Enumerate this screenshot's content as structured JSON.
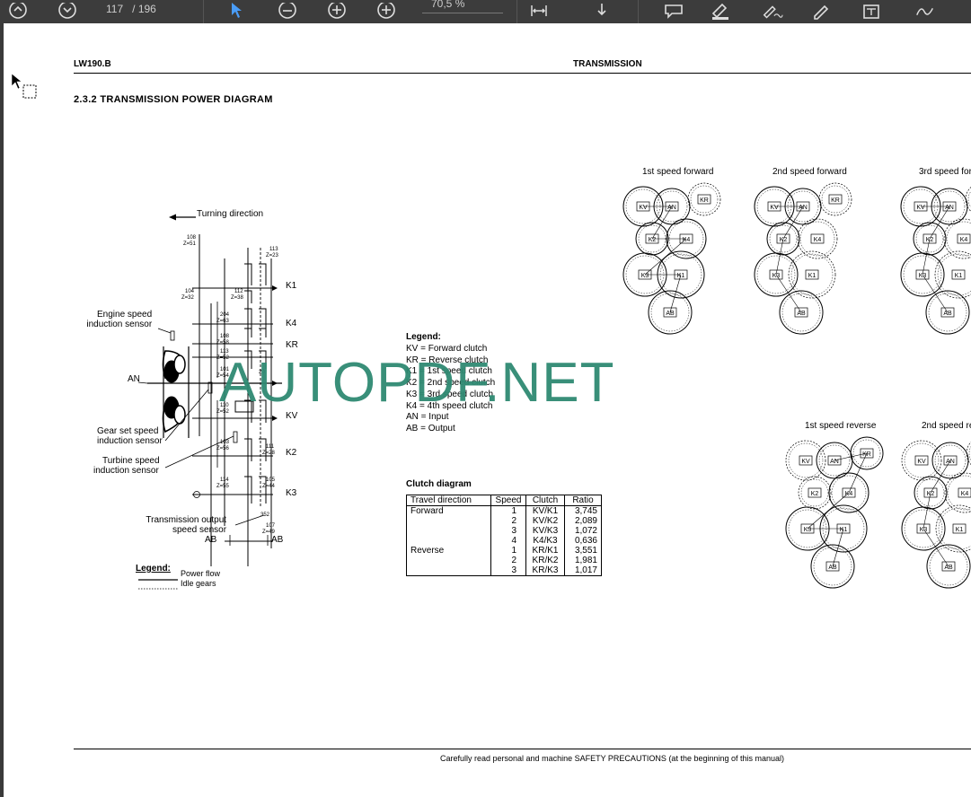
{
  "toolbar": {
    "page_current": "117",
    "page_total": "/ 196",
    "zoom": "70,5 %"
  },
  "header": {
    "model": "LW190.B",
    "section": "TRANSMISSION"
  },
  "section_title": "2.3.2 TRANSMISSION POWER DIAGRAM",
  "power_diagram": {
    "turning_direction": "Turning direction",
    "labels": {
      "engine_sensor": [
        "Engine speed",
        "induction sensor"
      ],
      "gear_sensor": [
        "Gear set speed",
        "induction sensor"
      ],
      "turbine_sensor": [
        "Turbine speed",
        "induction sensor"
      ],
      "output_sensor": [
        "Transmission output",
        "speed sensor"
      ],
      "an": "AN",
      "ab_left": "AB",
      "ab_right": "AB"
    },
    "clutches": [
      "K1",
      "K4",
      "KR",
      "KV",
      "K2",
      "K3"
    ],
    "gears": [
      {
        "id": "108",
        "z": "Z=51"
      },
      {
        "id": "113",
        "z": "Z=23"
      },
      {
        "id": "104",
        "z": "Z=32"
      },
      {
        "id": "112",
        "z": "Z=38"
      },
      {
        "id": "204",
        "z": "Z=63"
      },
      {
        "id": "108",
        "z": "Z=58"
      },
      {
        "id": "113",
        "z": "Z=52"
      },
      {
        "id": "101",
        "z": "Z=54"
      },
      {
        "id": "20",
        "z": ""
      },
      {
        "id": "110",
        "z": "Z=52"
      },
      {
        "id": "103",
        "z": "Z=56"
      },
      {
        "id": "111",
        "z": "Z=28"
      },
      {
        "id": "114",
        "z": "Z=55"
      },
      {
        "id": "105",
        "z": "Z=44"
      },
      {
        "id": "352",
        "z": ""
      },
      {
        "id": "107",
        "z": "Z=49"
      }
    ],
    "legend_title": "Legend:",
    "legend_power": "Power flow",
    "legend_idle": "Idle gears"
  },
  "legend": {
    "title": "Legend:",
    "items": [
      "KV = Forward clutch",
      "KR = Reverse clutch",
      "K1 = 1st speed clutch",
      "K2 = 2nd speed clutch",
      "K3 = 3rd speed clutch",
      "K4 = 4th speed clutch",
      "AN = Input",
      "AB = Output"
    ]
  },
  "clutch_diagram": {
    "title": "Clutch diagram",
    "headers": [
      "Travel direction",
      "Speed",
      "Clutch",
      "Ratio"
    ],
    "rows": [
      [
        "Forward",
        "1",
        "KV/K1",
        "3,745"
      ],
      [
        "",
        "2",
        "KV/K2",
        "2,089"
      ],
      [
        "",
        "3",
        "KV/K3",
        "1,072"
      ],
      [
        "",
        "4",
        "K4/K3",
        "0,636"
      ],
      [
        "Reverse",
        "1",
        "KR/K1",
        "3,551"
      ],
      [
        "",
        "2",
        "KR/K2",
        "1,981"
      ],
      [
        "",
        "3",
        "KR/K3",
        "1,017"
      ]
    ]
  },
  "gear_diagrams": {
    "titles": [
      "1st speed forward",
      "2nd speed forward",
      "3rd speed for",
      "1st speed reverse",
      "2nd speed re"
    ],
    "node_labels": [
      "KV",
      "AN",
      "KR",
      "K2",
      "K4",
      "K3",
      "K1",
      "AB"
    ]
  },
  "watermark": "AUTOPDF.NET",
  "footer": "Carefully read personal and machine SAFETY PRECAUTIONS (at the beginning of this manual)"
}
